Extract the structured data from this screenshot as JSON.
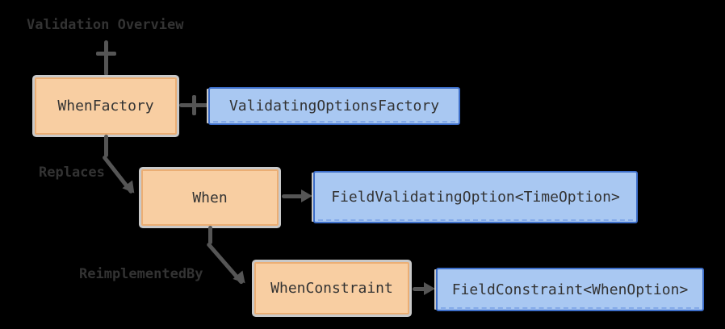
{
  "diagram": {
    "annotation": {
      "text": "Validation Overview"
    },
    "nodes": {
      "whenFactory": {
        "label": "WhenFactory",
        "kind": "class"
      },
      "validatingOptionsFactory": {
        "label": "ValidatingOptionsFactory",
        "kind": "interface"
      },
      "when": {
        "label": "When",
        "kind": "class"
      },
      "fieldValidatingOption": {
        "label": "FieldValidatingOption<TimeOption>",
        "kind": "interface"
      },
      "whenConstraint": {
        "label": "WhenConstraint",
        "kind": "class"
      },
      "fieldConstraint": {
        "label": "FieldConstraint<WhenOption>",
        "kind": "interface"
      }
    },
    "edges": {
      "replaces": {
        "label": "Replaces",
        "from": "whenFactory",
        "to": "when",
        "marker": "arrow"
      },
      "reimplementedBy": {
        "label": "ReimplementedBy",
        "from": "when",
        "to": "whenConstraint",
        "marker": "arrow"
      },
      "factoryToAnnotation": {
        "label": "",
        "from": "whenFactory",
        "to": "annotation",
        "marker": "cross"
      },
      "factoryToInterface": {
        "label": "",
        "from": "whenFactory",
        "to": "validatingOptionsFactory",
        "marker": "cross"
      },
      "whenToInterface": {
        "label": "",
        "from": "when",
        "to": "fieldValidatingOption",
        "marker": "arrow"
      },
      "constraintToInterface": {
        "label": "",
        "from": "whenConstraint",
        "to": "fieldConstraint",
        "marker": "arrow"
      }
    },
    "colors": {
      "background": "#000000",
      "class_fill": "#F8CEA2",
      "class_border_outer": "#C9C9C9",
      "class_border_inner": "#EBAE74",
      "interface_fill": "#A9C8F2",
      "interface_border": "#3D6EC9",
      "connector": "#555555",
      "text": "#333333"
    }
  }
}
